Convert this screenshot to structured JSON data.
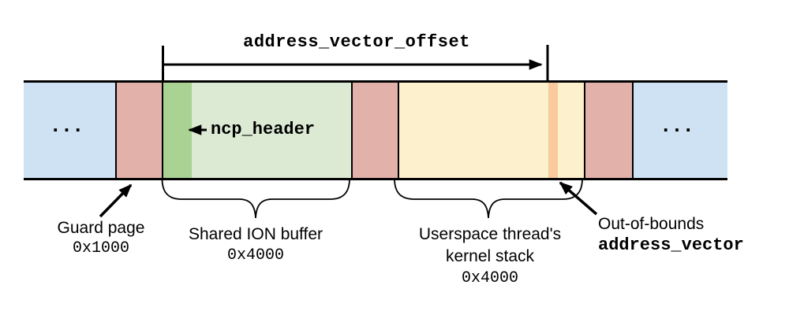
{
  "diagram": {
    "offset_label": "address_vector_offset",
    "ncp_header_label": "ncp_header",
    "ellipsis_left": "...",
    "ellipsis_right": "...",
    "labels": {
      "guard": {
        "title": "Guard page",
        "size": "0x1000"
      },
      "ion": {
        "title": "Shared ION buffer",
        "size": "0x4000"
      },
      "stack": {
        "title_line1": "Userspace thread's",
        "title_line2": "kernel stack",
        "size": "0x4000"
      },
      "oob": {
        "title": "Out-of-bounds",
        "code": "address_vector"
      }
    },
    "colors": {
      "memory_blue": "#cfe2f3",
      "guard_pink": "#e2b1aa",
      "ion_header_green": "#a9d293",
      "ion_buffer_green": "#dcead3",
      "stack_yellow": "#fdf0cd",
      "oob_band_orange": "#f8ca9c",
      "line_black": "#000000"
    }
  }
}
